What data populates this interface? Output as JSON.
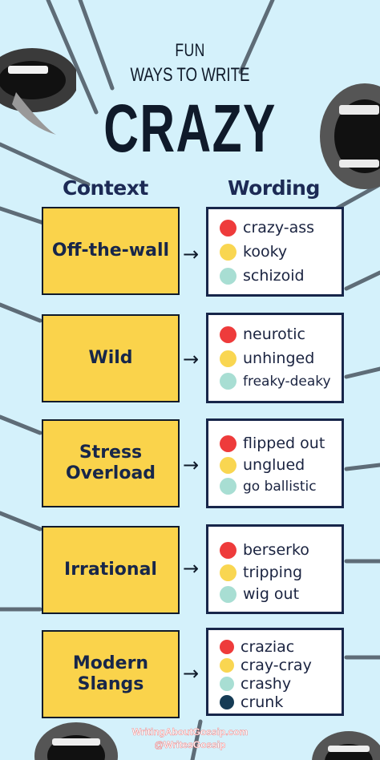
{
  "title": {
    "fun": "FUN",
    "ways": "WAYS TO WRITE",
    "main": "CRAZY"
  },
  "headers": {
    "context": "Context",
    "wording": "Wording"
  },
  "rows": [
    {
      "context": "Off-the-wall",
      "words": [
        "crazy-ass",
        "kooky",
        "schizoid"
      ]
    },
    {
      "context": "Wild",
      "words": [
        "neurotic",
        "unhinged",
        "freaky-deaky"
      ]
    },
    {
      "context": "Stress Overload",
      "words": [
        "flipped out",
        "unglued",
        "go ballistic"
      ]
    },
    {
      "context": "Irrational",
      "words": [
        "berserko",
        "tripping",
        "wig out"
      ]
    },
    {
      "context": "Modern Slangs",
      "words": [
        "craziac",
        "cray-cray",
        "crashy",
        "crunk"
      ]
    }
  ],
  "arrow_glyph": "→",
  "footer": {
    "site": "WritingAboutGossip.com",
    "handle": "@WritesGossip"
  },
  "colors": {
    "background": "#d4f1fb",
    "context_box": "#fad34b",
    "dot_red": "#ee3b3b",
    "dot_yellow": "#f9d651",
    "dot_teal": "#a8ded3",
    "dot_navy": "#163b55"
  },
  "decorations": [
    "mouth-illustration-top-left",
    "mouth-illustration-top-right",
    "mouth-illustration-bottom-left",
    "mouth-illustration-bottom-right"
  ]
}
